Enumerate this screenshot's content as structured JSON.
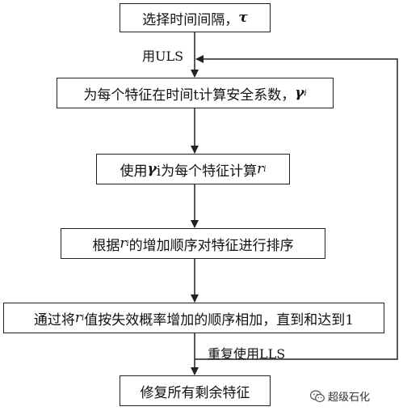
{
  "steps": {
    "step1": {
      "text": "选择时间间隔，",
      "symbol": "τ"
    },
    "step2": {
      "text": "为每个特征在时间t计算安全系数，",
      "symbol": "γ",
      "sub": "i"
    },
    "step3": {
      "prefix": "使用",
      "symbol": "γ",
      "mid": "i为每个特征计算",
      "var": "r",
      "sub": "i"
    },
    "step4": {
      "prefix": "根据",
      "var": "r",
      "sub": "i",
      "suffix": "的增加顺序对特征进行排序"
    },
    "step5": {
      "prefix": "通过将",
      "var": "r",
      "sub": "i",
      "suffix": "值按失效概率增加的顺序相加，直到和达到1"
    },
    "step6": {
      "text": "修复所有剩余特征"
    }
  },
  "labels": {
    "uls": "用ULS",
    "lls": "重复使用LLS"
  },
  "watermark": {
    "text": "超级石化",
    "icon": "wechat-icon"
  }
}
